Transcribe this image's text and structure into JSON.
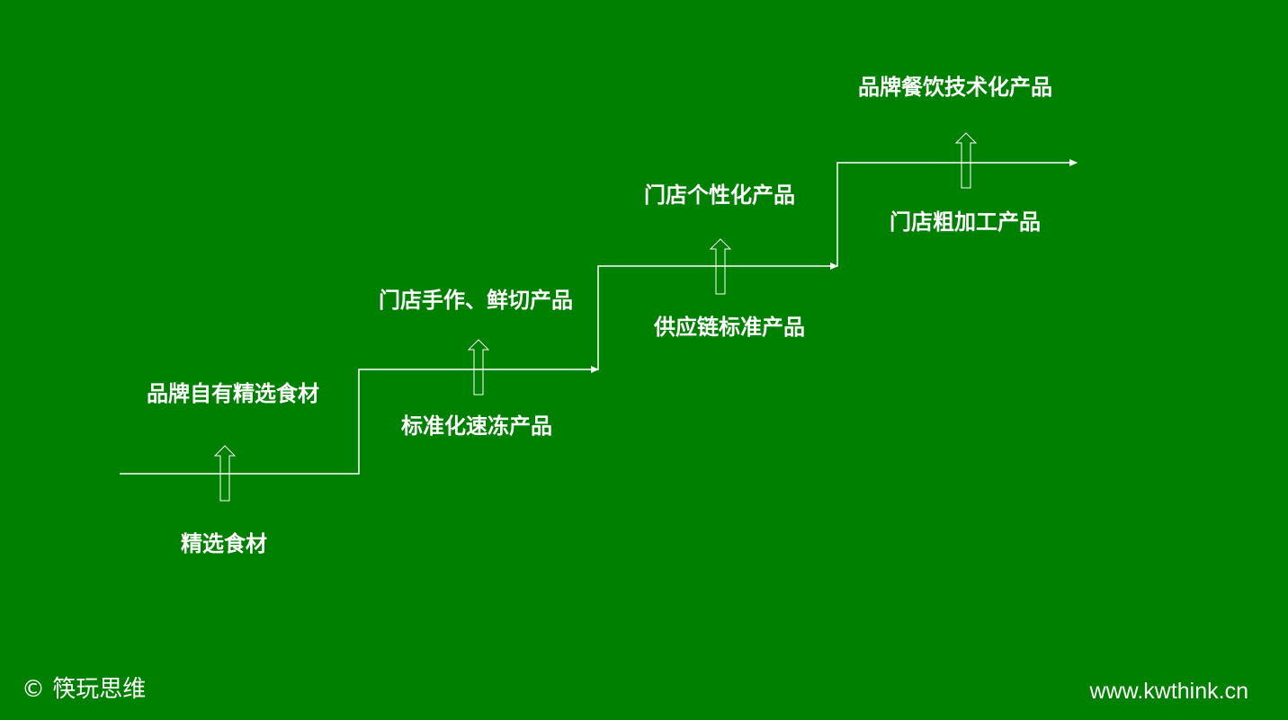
{
  "colors": {
    "background": "#008000",
    "foreground": "#ffffff"
  },
  "steps": [
    {
      "bottom": "精选食材",
      "top": "品牌自有精选食材"
    },
    {
      "bottom": "标准化速冻产品",
      "top": "门店手作、鲜切产品"
    },
    {
      "bottom": "供应链标准产品",
      "top": "门店个性化产品"
    },
    {
      "bottom": "门店粗加工产品",
      "top": "品牌餐饮技术化产品"
    }
  ],
  "footer": {
    "copyright": "© 筷玩思维",
    "url": "www.kwthink.cn"
  }
}
